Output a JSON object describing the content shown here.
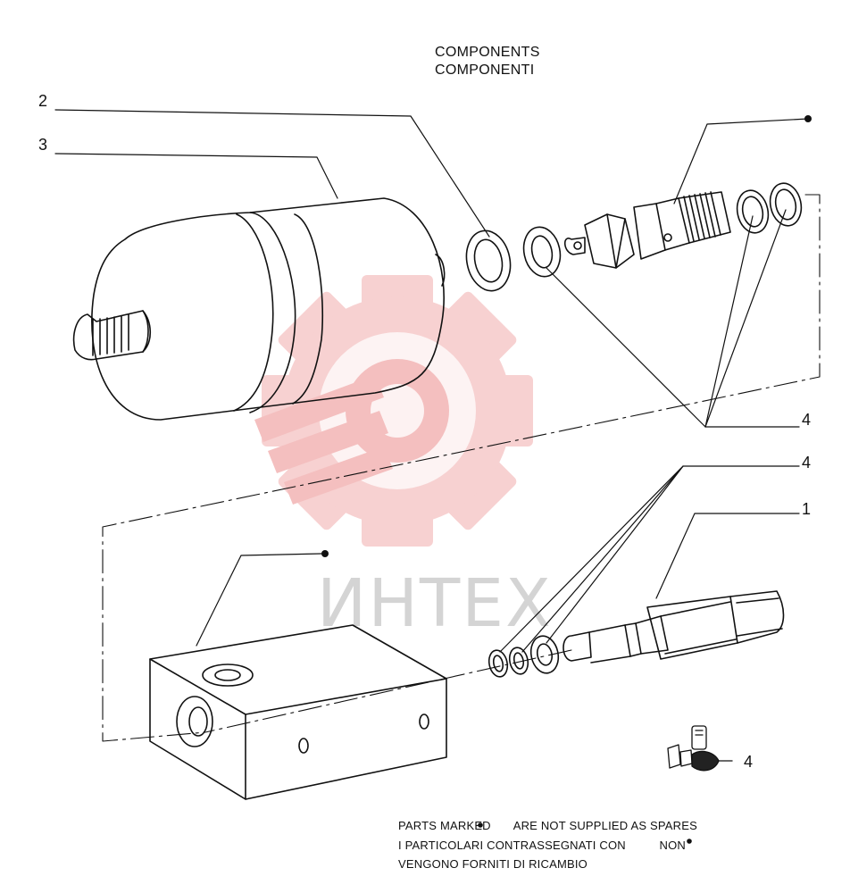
{
  "header": {
    "title_en": "COMPONENTS",
    "title_it": "COMPONENTI"
  },
  "callouts": {
    "c2": "2",
    "c3": "3",
    "c4_upper": "4",
    "c4_mid": "4",
    "c1": "1",
    "c4_small": "4"
  },
  "watermark": {
    "text": "ИНТЕХ",
    "gear_color": "#f6c9c9"
  },
  "footer": {
    "line1_a": "PARTS MARKED",
    "line1_b": "ARE NOT SUPPLIED AS SPARES",
    "line2_a": "I PARTICOLARI  CONTRASSEGNATI  CON",
    "line2_b": "NON",
    "line3": "VENGONO FORNITI DI RICAMBIO"
  }
}
